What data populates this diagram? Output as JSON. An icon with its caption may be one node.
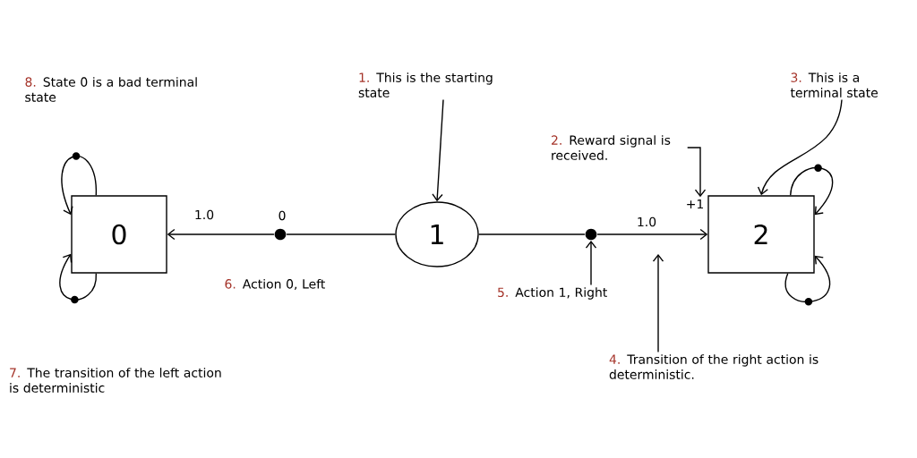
{
  "diagram": {
    "nodes": [
      {
        "text": [
          "0"
        ]
      },
      {
        "text": [
          "1"
        ]
      },
      {
        "text": [
          "2"
        ]
      },
      {
        "text": [],
        "shape": "circle",
        "beside": [
          "0"
        ]
      },
      {
        "text": [],
        "shape": "circle"
      },
      {
        "text": [
          "1.",
          "This is the starting state"
        ]
      },
      {
        "text": [
          "2.",
          "Reward signal is received."
        ]
      },
      {
        "text": [
          "+1"
        ]
      },
      {
        "text": [
          "3.",
          "This is a terminal state"
        ]
      },
      {
        "text": [
          "4.",
          "Transition of the right action is deterministic."
        ]
      },
      {
        "text": [
          "5.",
          "Action 1, Right"
        ]
      }
    ],
    "edges": [
      {
        "from": 1,
        "to": 3,
        "arrow": "none"
      },
      {
        "from": 3,
        "to": 0,
        "arrow": "to",
        "label": "1.0"
      },
      {
        "from": 1,
        "to": 4,
        "arrow": "none"
      },
      {
        "from": 4,
        "to": 2,
        "arrow": "to",
        "label": "1.0"
      },
      {
        "from": 0,
        "to": 0,
        "arrow": "to"
      },
      {
        "from": 0,
        "to": 0,
        "arrow": "to"
      },
      {
        "from": 2,
        "to": 2,
        "arrow": "to"
      },
      {
        "from": 2,
        "to": 2,
        "arrow": "to"
      },
      {
        "from": 5,
        "to": 1,
        "arrow": "to"
      },
      {
        "from": 6,
        "to": 7,
        "arrow": "to"
      },
      {
        "from": 8,
        "to": 2,
        "arrow": "to"
      },
      {
        "from": 9,
        "to": null,
        "arrow": "to"
      },
      {
        "from": 10,
        "to": 4,
        "arrow": "to"
      }
    ],
    "labels": [
      "6.",
      "Action 0, Left",
      "7.",
      "The transition of the left action is deterministic",
      "8.",
      "State 0 is a bad terminal state"
    ]
  }
}
